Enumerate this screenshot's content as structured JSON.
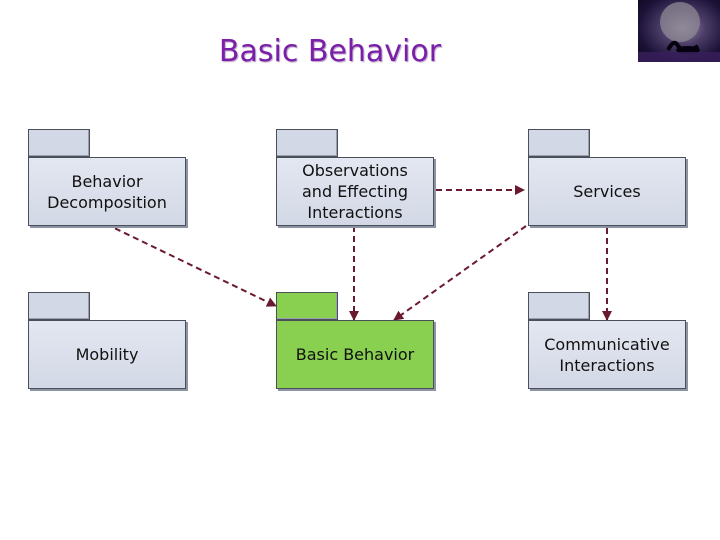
{
  "title": "Basic Behavior",
  "colors": {
    "title": "#7a1fa8",
    "package_fill": "#d3d8e6",
    "highlight_fill": "#89cf50",
    "arrow": "#6a1a2e"
  },
  "packages": {
    "behavior_decomposition": "Behavior\nDecomposition",
    "observations": "Observations\nand Effecting\nInteractions",
    "services": "Services",
    "mobility": "Mobility",
    "basic_behavior": "Basic Behavior",
    "communicative": "Communicative\nInteractions"
  }
}
